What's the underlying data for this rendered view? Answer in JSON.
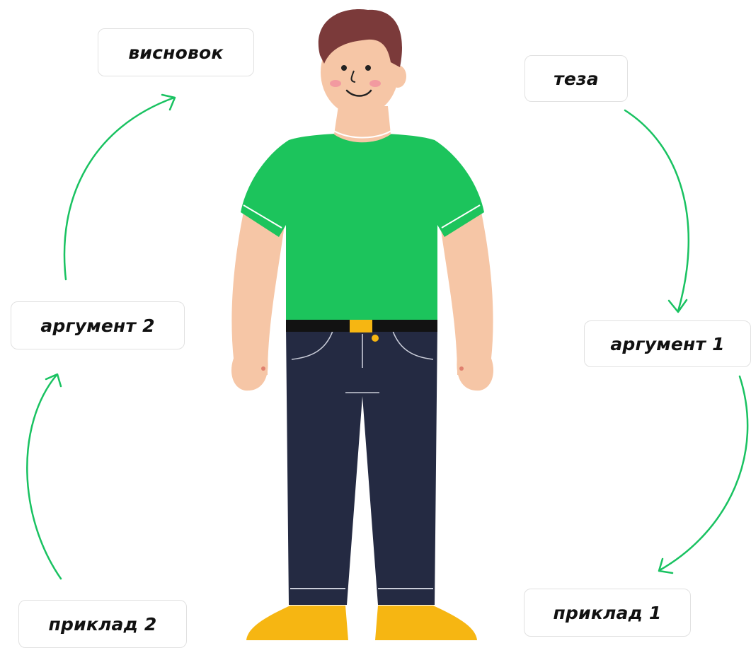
{
  "labels": {
    "conclusion": "висновок",
    "thesis": "теза",
    "argument1": "аргумент 1",
    "argument2": "аргумент 2",
    "example1": "приклад 1",
    "example2": "приклад 2"
  },
  "colors": {
    "arrow": "#19c261",
    "shirt": "#1cc45c",
    "jeans": "#242a42",
    "skin": "#f6c6a6",
    "hair": "#7b3a3a",
    "shoes": "#f6b612",
    "belt": "#121212"
  }
}
